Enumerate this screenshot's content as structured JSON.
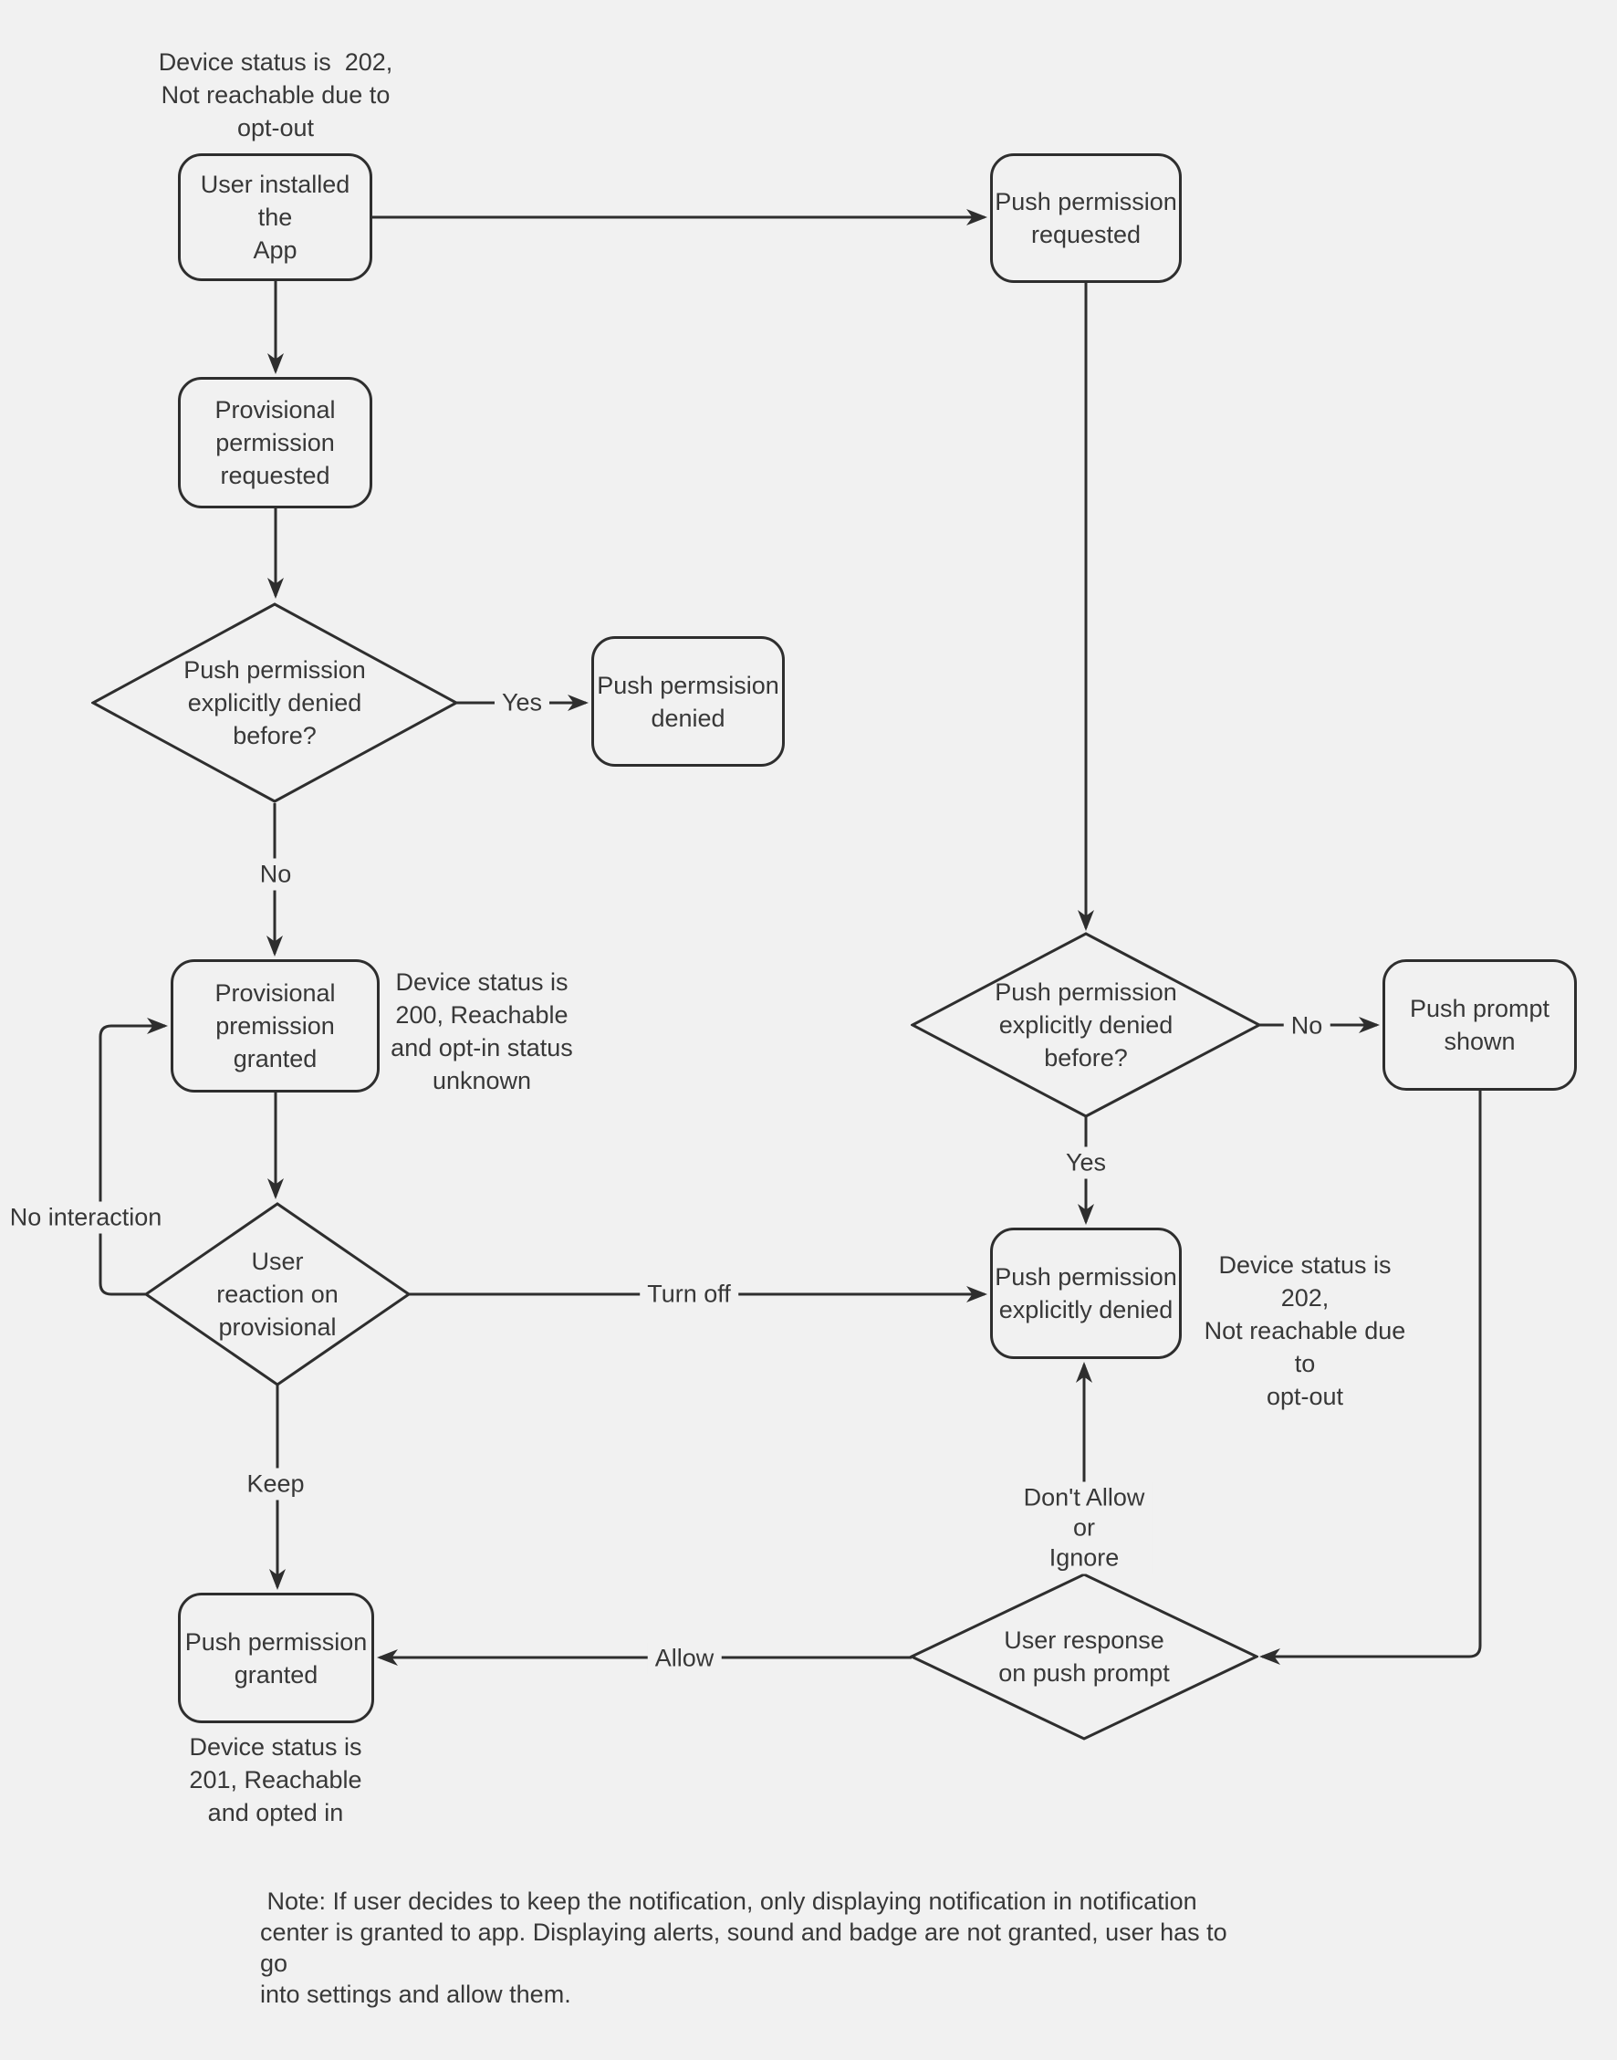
{
  "colors": {
    "background": "#f1f1f1",
    "stroke": "#2e2e2e",
    "text": "#383838"
  },
  "nodes": {
    "user_installed": {
      "label": "User installed the\nApp"
    },
    "push_permission_requested": {
      "label": "Push permission\nrequested"
    },
    "provisional_requested": {
      "label": "Provisional\npermission\nrequested"
    },
    "denied_before_left": {
      "label": "Push permission\nexplicitly denied\nbefore?"
    },
    "push_permsision_denied": {
      "label": "Push permsision\ndenied"
    },
    "provisional_granted": {
      "label": "Provisional\npremission granted"
    },
    "user_reaction": {
      "label": "User\nreaction on\nprovisional"
    },
    "push_explicitly_denied": {
      "label": "Push permission\nexplicitly denied"
    },
    "denied_before_right": {
      "label": "Push permission\nexplicitly denied\nbefore?"
    },
    "push_prompt_shown": {
      "label": "Push prompt\nshown"
    },
    "user_response": {
      "label": "User response\non push prompt"
    },
    "push_permission_granted": {
      "label": "Push permission\ngranted"
    }
  },
  "edge_labels": {
    "yes_left": "Yes",
    "no_left": "No",
    "no_interaction": "No interaction",
    "turn_off": "Turn off",
    "keep": "Keep",
    "no_right": "No",
    "yes_right": "Yes",
    "dont_allow": "Don't Allow\nor\nIgnore",
    "allow": "Allow"
  },
  "annotations": {
    "top_left": "Device status is  202,\nNot reachable due to\nopt-out",
    "status_200": "Device status is\n200, Reachable\nand opt-in status\nunknown",
    "status_202": "Device status is  202,\nNot reachable due to\nopt-out",
    "status_201": "Device status is\n201, Reachable\nand opted in",
    "note": " Note: If user decides to keep the notification, only displaying notification in notification\ncenter is granted to app. Displaying alerts, sound and badge are not granted, user has to go\ninto settings and allow them."
  }
}
